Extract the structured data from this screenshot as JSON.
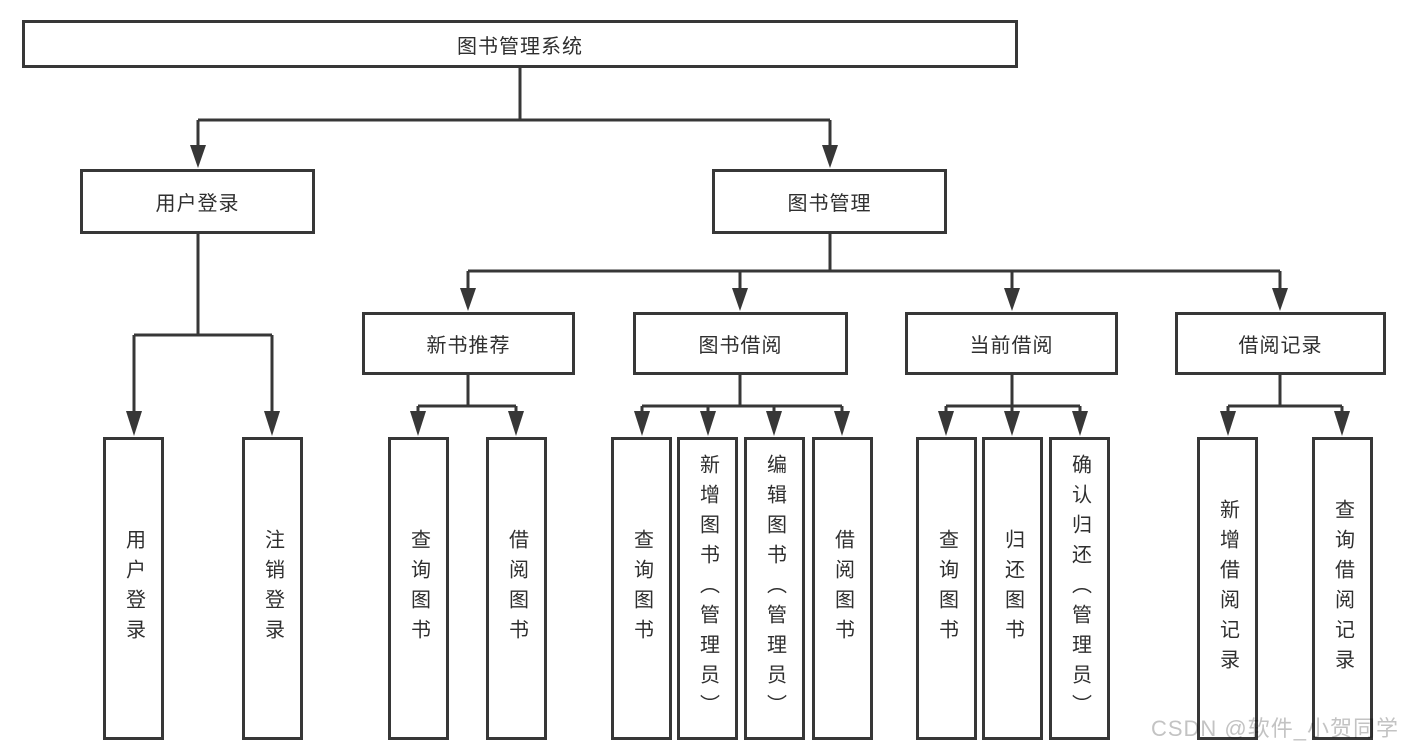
{
  "nodes": {
    "root": "图书管理系统",
    "level2": [
      "用户登录",
      "图书管理"
    ],
    "level3": [
      "新书推荐",
      "图书借阅",
      "当前借阅",
      "借阅记录"
    ],
    "leaves": [
      "用户登录",
      "注销登录",
      "查询图书",
      "借阅图书",
      "查询图书",
      "新增图书（管理员）",
      "编辑图书（管理员）",
      "借阅图书",
      "查询图书",
      "归还图书",
      "确认归还（管理员）",
      "新增借阅记录",
      "查询借阅记录"
    ]
  },
  "watermark": "CSDN @软件_小贺同学",
  "colors": {
    "line": "#373737",
    "text": "#2f2f2f",
    "watermark": "#c3c3c3",
    "background": "#ffffff"
  }
}
